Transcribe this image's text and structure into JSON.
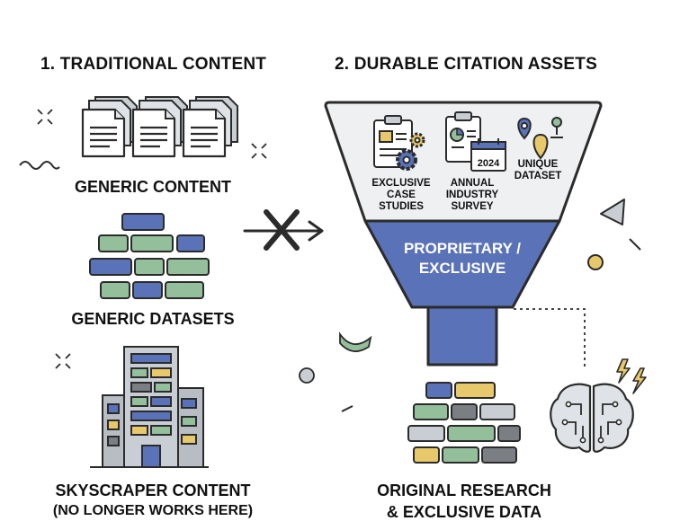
{
  "left": {
    "heading": "1. TRADITIONAL CONTENT",
    "items": [
      {
        "label": "GENERIC CONTENT",
        "icon": "documents-icon"
      },
      {
        "label": "GENERIC DATASETS",
        "icon": "data-blocks-icon"
      },
      {
        "label": "SKYSCRAPER CONTENT",
        "note": "(NO LONGER WORKS HERE)",
        "icon": "skyscraper-icon"
      }
    ]
  },
  "right": {
    "heading": "2. DURABLE CITATION ASSETS",
    "funnel_items": [
      {
        "label": "EXCLUSIVE CASE STUDIES",
        "icon": "clipboard-gear-icon"
      },
      {
        "label": "ANNUAL INDUSTRY SURVEY",
        "icon": "survey-calendar-icon",
        "badge": "2024"
      },
      {
        "label": "UNIQUE DATASET",
        "icon": "map-pins-icon"
      }
    ],
    "funnel_label": "PROPRIETARY / EXCLUSIVE",
    "result_label_line1": "ORIGINAL RESEARCH",
    "result_label_line2": "& EXCLUSIVE DATA",
    "result_icons": [
      "data-blocks-icon",
      "brain-icon"
    ]
  },
  "connector": {
    "icon": "crossed-arrow-icon"
  },
  "colors": {
    "blue": "#5a72b8",
    "green": "#93bf9a",
    "yellow": "#e7c86a",
    "gray": "#7b7f84",
    "light_gray": "#c9ced4",
    "funnel_top": "#eef0f2",
    "outline": "#2b2b2b"
  }
}
